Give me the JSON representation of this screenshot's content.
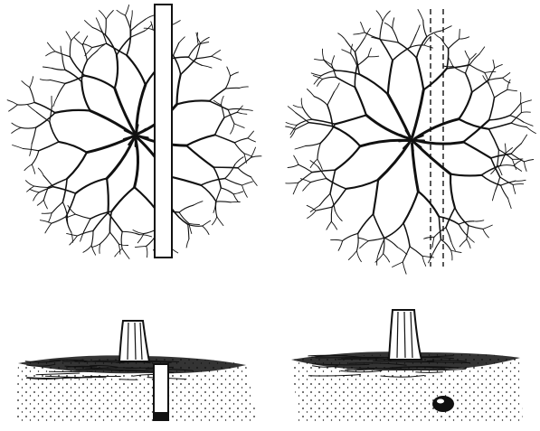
{
  "figure": {
    "background": "#ffffff",
    "ink": "#111111",
    "panels": [
      {
        "id": "top-left",
        "subject": "root-system-plan-view",
        "trench": "open-board"
      },
      {
        "id": "top-right",
        "subject": "root-system-plan-view",
        "trench": "dashed-outline"
      },
      {
        "id": "bottom-left",
        "subject": "stump-soil-section",
        "trench": "open-slot"
      },
      {
        "id": "bottom-right",
        "subject": "stump-soil-section",
        "trench": "filled-with-buried-object"
      }
    ]
  }
}
